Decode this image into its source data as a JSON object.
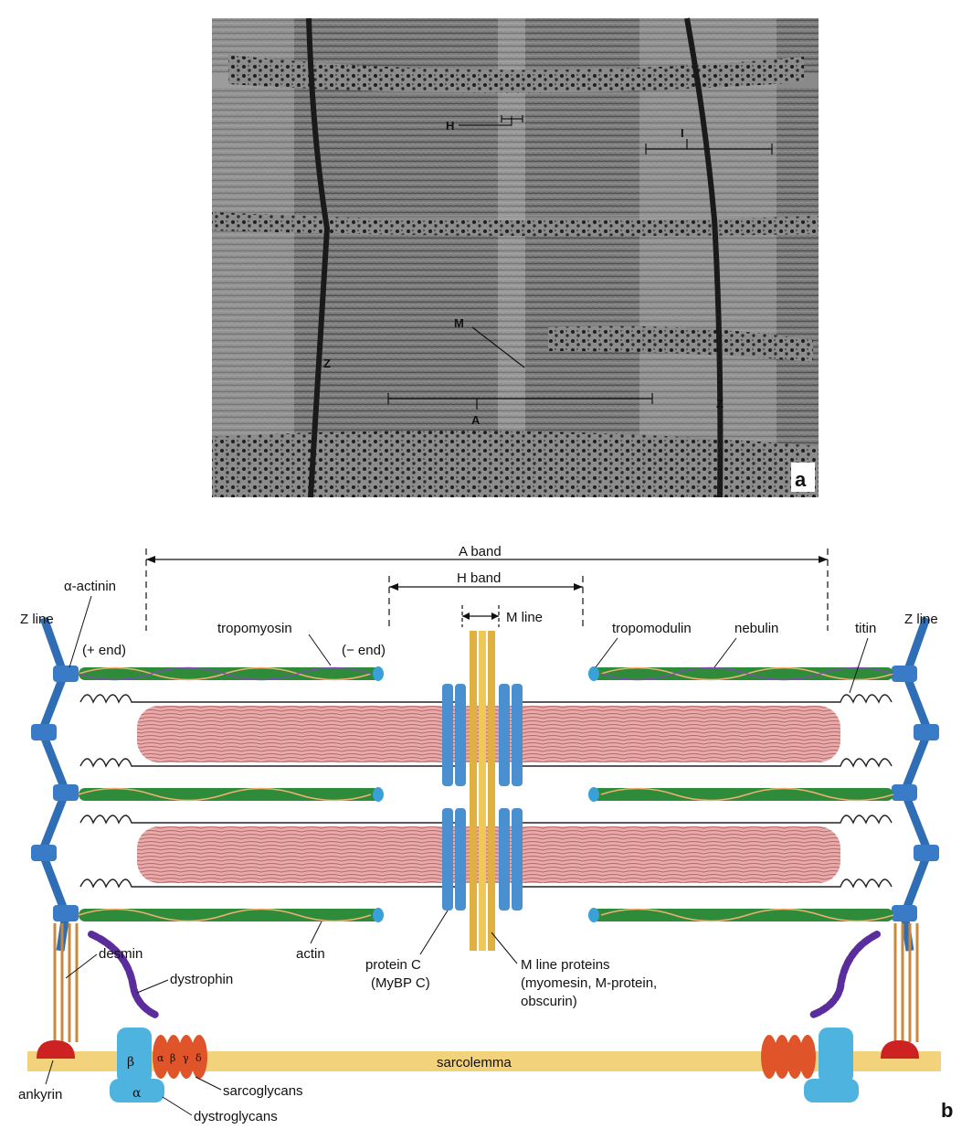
{
  "panel_a": {
    "panel_label": "a",
    "band_labels": {
      "H": "H",
      "I": "I",
      "M": "M",
      "Z_left": "Z",
      "Z_right": "Z",
      "A": "A"
    }
  },
  "panel_b": {
    "panel_label": "b",
    "dimensions": {
      "a_band": "A band",
      "h_band": "H band",
      "m_line": "M line"
    },
    "labels": {
      "z_line_left": "Z line",
      "z_line_right": "Z line",
      "alpha_actinin": "α-actinin",
      "plus_end": "(+ end)",
      "minus_end": "(− end)",
      "tropomyosin": "tropomyosin",
      "tropomodulin": "tropomodulin",
      "nebulin": "nebulin",
      "titin": "titin",
      "desmin": "desmin",
      "dystrophin": "dystrophin",
      "actin": "actin",
      "protein_c_1": "protein C",
      "protein_c_2": "(MyBP C)",
      "m_line_proteins_1": "M line proteins",
      "m_line_proteins_2": "(myomesin, M-protein,",
      "m_line_proteins_3": "obscurin)",
      "sarcolemma": "sarcolemma",
      "ankyrin": "ankyrin",
      "sarcoglycans": "sarcoglycans",
      "dystroglycans": "dystroglycans"
    },
    "greek_symbols": {
      "dg_beta": "β",
      "dg_alpha": "α",
      "sg_alpha": "α",
      "sg_beta": "β",
      "sg_gamma": "γ",
      "sg_delta": "δ"
    }
  },
  "colors": {
    "actin": "#2e8b3a",
    "myosin": "#e8a5a5",
    "z_disc": "#2f6db5",
    "m_line": "#e0b040",
    "mybp_c": "#4a90d0",
    "tropomodulin": "#3aa0d8",
    "sarcolemma": "#f2d27a",
    "dystrophin": "#5b2d9c",
    "dystroglycan": "#4fb3e0",
    "sarcoglycan": "#e0542a",
    "ankyrin": "#cc2222"
  }
}
